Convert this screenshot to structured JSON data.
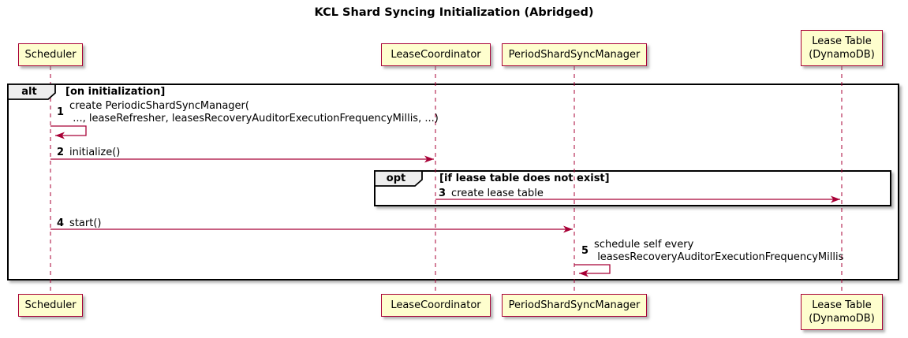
{
  "title": "KCL Shard Syncing Initialization (Abridged)",
  "participants": [
    {
      "name": "Scheduler"
    },
    {
      "name": "LeaseCoordinator"
    },
    {
      "name": "PeriodShardSyncManager"
    },
    {
      "name": "Lease Table\n(DynamoDB)"
    }
  ],
  "frames": {
    "alt": {
      "operator": "alt",
      "guard": "[on initialization]"
    },
    "opt": {
      "operator": "opt",
      "guard": "[if lease table does not exist]"
    }
  },
  "messages": [
    {
      "num": "1",
      "text": "create PeriodicShardSyncManager(\n ..., leaseRefresher, leasesRecoveryAuditorExecutionFrequencyMillis, ...)"
    },
    {
      "num": "2",
      "text": "initialize()"
    },
    {
      "num": "3",
      "text": "create lease table"
    },
    {
      "num": "4",
      "text": "start()"
    },
    {
      "num": "5",
      "text": "schedule self every\n leasesRecoveryAuditorExecutionFrequencyMillis"
    }
  ],
  "colors": {
    "participant_fill": "#FEFECE",
    "participant_border": "#A80036",
    "arrow": "#A80036",
    "lifeline": "#A80036",
    "frame_border": "#000000",
    "operator_fill": "#EEEEEE"
  }
}
